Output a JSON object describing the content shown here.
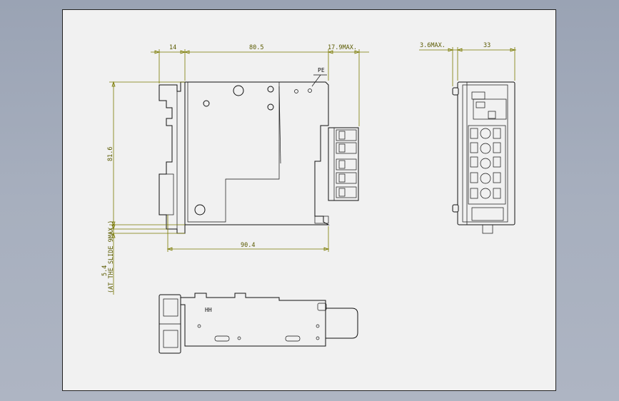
{
  "dimensions": {
    "left_flange_width": "14",
    "body_width": "80.5",
    "connector_projection": "17.9MAX.",
    "side_depth_max": "3.6MAX.",
    "side_width": "33",
    "height": "81.6",
    "overall_width": "90.4",
    "slide_height": "5.4",
    "slide_note": "(AT THE SLIDE 9MAX.)"
  },
  "labels": {
    "pe_terminal": "PE"
  },
  "colors": {
    "background": "#a7afbe",
    "sheet": "#f1f1f1",
    "dimension": "#7a7a00",
    "outline": "#111111"
  }
}
